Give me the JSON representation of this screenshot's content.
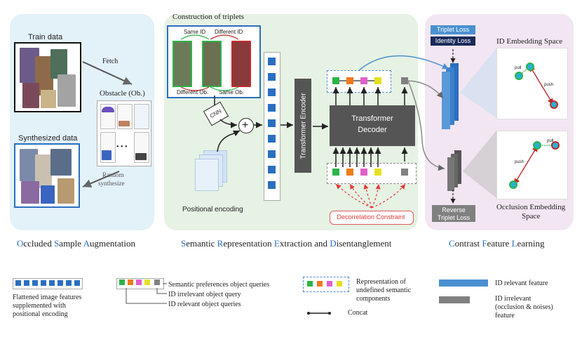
{
  "sections": {
    "augmentation": {
      "caption": [
        {
          "t": "O",
          "hl": true
        },
        {
          "t": "ccluded ",
          "hl": false
        },
        {
          "t": "S",
          "hl": true
        },
        {
          "t": "ample ",
          "hl": false
        },
        {
          "t": "A",
          "hl": true
        },
        {
          "t": "ugmentation",
          "hl": false
        }
      ],
      "caption_text": "Occluded Sample Augmentation",
      "train_data": "Train data",
      "fetch": "Fetch",
      "obstacle": "Obstacle (Ob.)",
      "synthesized_data": "Synthesized data",
      "random_line1": "Random",
      "random_line2": "synthesize",
      "ellipsis": "• • •"
    },
    "extraction": {
      "caption": [
        {
          "t": "S",
          "hl": true
        },
        {
          "t": "emantic ",
          "hl": false
        },
        {
          "t": "R",
          "hl": true
        },
        {
          "t": "epresentation ",
          "hl": false
        },
        {
          "t": "E",
          "hl": true
        },
        {
          "t": "xtraction and ",
          "hl": false
        },
        {
          "t": "D",
          "hl": true
        },
        {
          "t": "isentanglement",
          "hl": false
        }
      ],
      "caption_text": "Semantic Representation Extraction and Disentanglement",
      "construction": "Construction of triplets",
      "same_id": "Same ID",
      "different_id": "Different ID",
      "different_ob": "Different Ob.",
      "same_ob": "Same Ob.",
      "cnn": "CNN",
      "plus": "+",
      "positional_encoding": "Positional encoding",
      "transformer_encoder": "Transformer Encoder",
      "transformer_decoder_1": "Transformer",
      "transformer_decoder_2": "Decoder",
      "decorrelation": "Decorrelation Constraint"
    },
    "contrast": {
      "caption": [
        {
          "t": "C",
          "hl": true
        },
        {
          "t": "ontrast ",
          "hl": false
        },
        {
          "t": "F",
          "hl": true
        },
        {
          "t": "eature ",
          "hl": false
        },
        {
          "t": "L",
          "hl": true
        },
        {
          "t": "earning",
          "hl": false
        }
      ],
      "caption_text": "Contrast Feature Learning",
      "triplet_loss": "Triplet Loss",
      "identity_loss": "Identity Loss",
      "id_embedding": "ID Embedding Space",
      "occlusion_embedding_1": "Occlusion Embedding",
      "occlusion_embedding_2": "Space",
      "reverse_1": "Reverse",
      "reverse_2": "Triplet Loss",
      "pull": "pull",
      "push": "push"
    }
  },
  "legend": {
    "flattened_1": "Flattened image features",
    "flattened_2": "supplemented with",
    "flattened_3": "positional encoding",
    "semantic_pref": "Semantic preferences object queries",
    "id_irrelevant_query": "ID irrelevant object query",
    "id_relevant_queries": "ID relevant object queries",
    "representation_1": "Representation of",
    "representation_2": "undefined semantic",
    "representation_3": "components",
    "concat": "Concat",
    "id_relevant_feature": "ID relevant  feature",
    "id_irrelevant_1": "ID irrelevant",
    "id_irrelevant_2": "(occlusion & noises)",
    "id_irrelevant_3": "feature"
  },
  "colors": {
    "blue": "#2a6fbf",
    "green": "#2db34a",
    "orange": "#f07a1a",
    "pink": "#e060c8",
    "yellow": "#e6e020",
    "gray": "#808080",
    "red": "#e03a3a",
    "panel1": "#e3f1f9",
    "panel2": "#e6f2e3",
    "panel3": "#f3e6f3"
  }
}
